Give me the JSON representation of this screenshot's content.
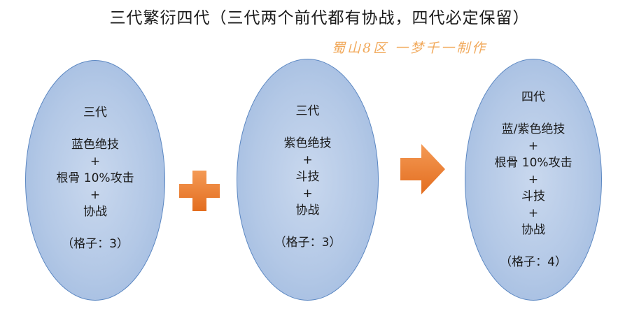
{
  "title": "三代繁衍四代（三代两个前代都有协战，四代必定保留）",
  "watermark": "蜀山8区 一梦千一制作",
  "colors": {
    "ellipse_fill": "#b3c8e6",
    "ellipse_border": "#5b87c2",
    "operator_orange": "#ed7d31",
    "watermark": "#f0a04a"
  },
  "operators": {
    "plus": "plus-icon",
    "arrow": "right-arrow-icon"
  },
  "nodes": [
    {
      "heading": "三代",
      "lines": [
        "蓝色绝技",
        "+",
        "根骨 10%攻击",
        "+",
        "协战"
      ],
      "slots": "（格子：3）"
    },
    {
      "heading": "三代",
      "lines": [
        "紫色绝技",
        "+",
        "斗技",
        "+",
        "协战"
      ],
      "slots": "（格子：3）"
    },
    {
      "heading": "四代",
      "lines": [
        "蓝/紫色绝技",
        "+",
        "根骨 10%攻击",
        "+",
        "斗技",
        "+",
        "协战"
      ],
      "slots": "（格子：4）"
    }
  ]
}
